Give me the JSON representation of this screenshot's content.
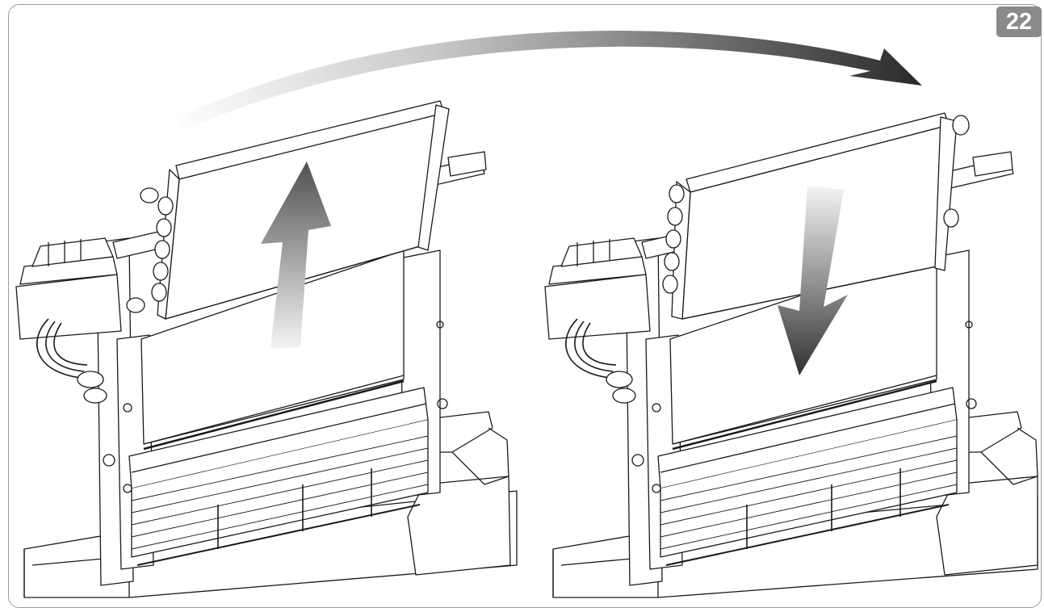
{
  "figure": {
    "step_number": "22",
    "panels": [
      {
        "id": "lift-up",
        "arrow_direction": "up"
      },
      {
        "id": "lower-down",
        "arrow_direction": "down"
      }
    ],
    "colors": {
      "badge": "#8a8a8a",
      "line": "#1a1a1a",
      "arrow_dark": "#2a2a2a",
      "arrow_light": "#f2f2f2"
    }
  }
}
